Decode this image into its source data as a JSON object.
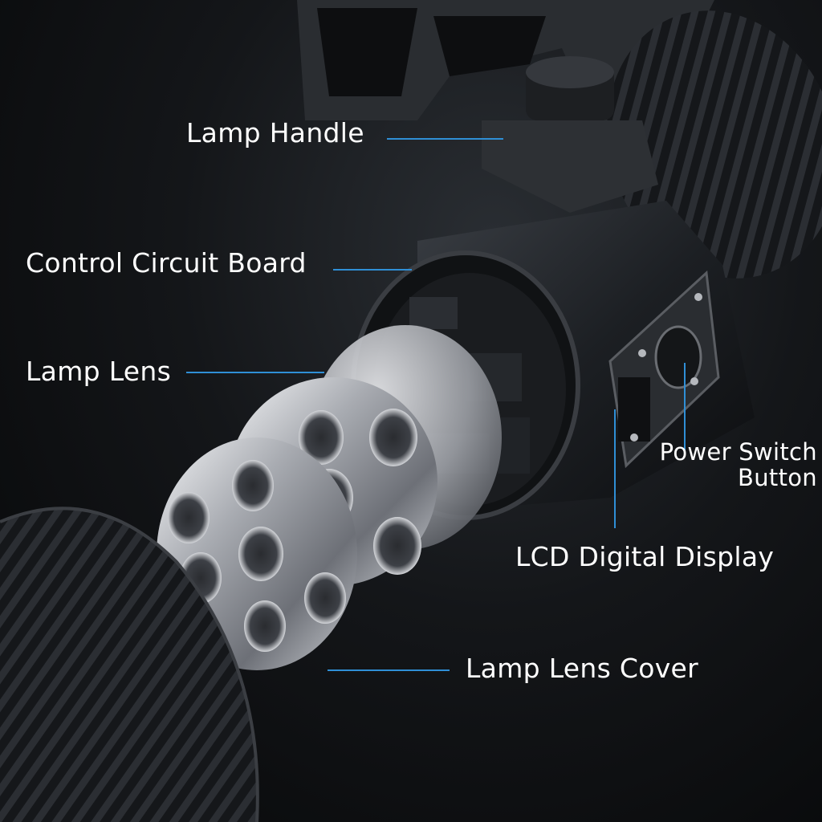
{
  "callouts": {
    "lamp_handle": "Lamp Handle",
    "control_circuit_board": "Control Circuit Board",
    "lamp_lens": "Lamp Lens",
    "power_switch_line1": "Power Switch",
    "power_switch_line2": "Button",
    "lcd_digital_display": "LCD Digital Display",
    "lamp_lens_cover": "Lamp Lens Cover"
  },
  "colors": {
    "leader_line": "#2f8fd6",
    "label_text": "#ffffff",
    "background": "#0b0c0e"
  }
}
